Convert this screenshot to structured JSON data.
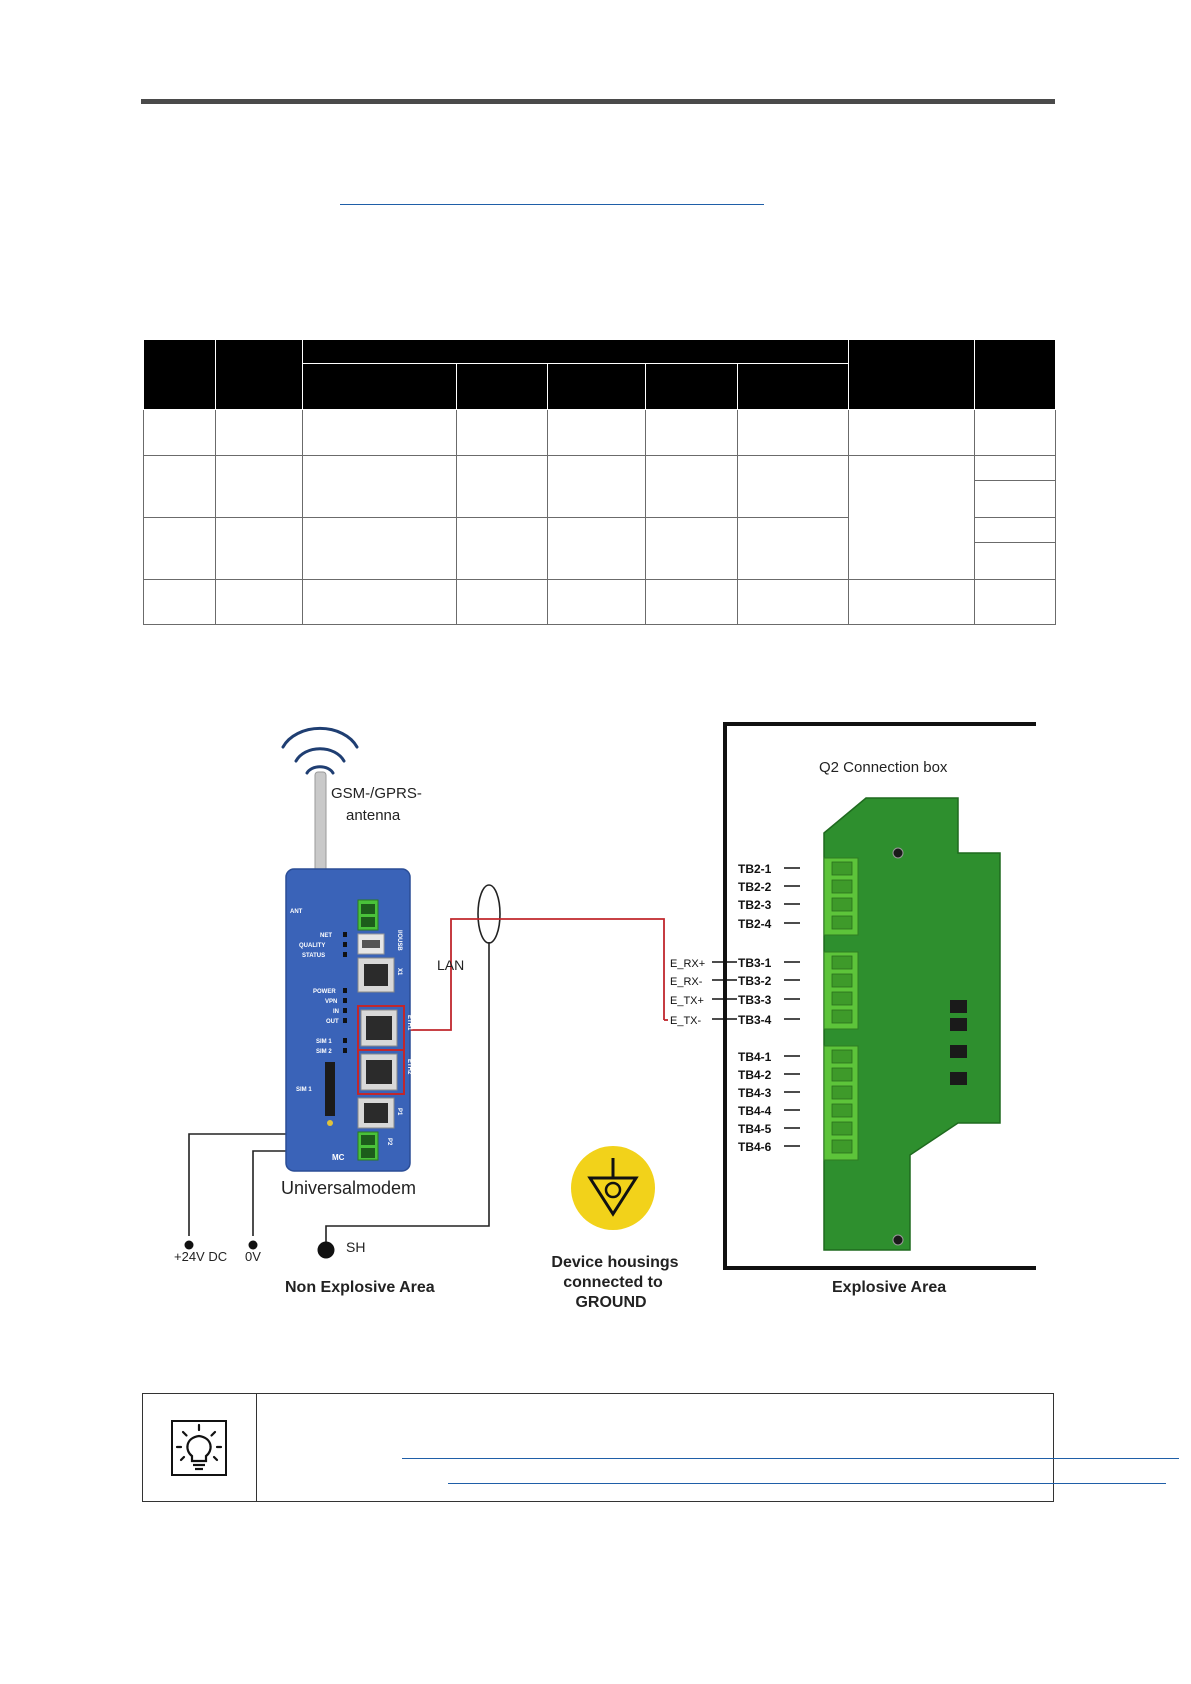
{
  "diagram": {
    "antenna_label_1": "GSM-/GPRS-",
    "antenna_label_2": "antenna",
    "lan_label": "LAN",
    "modem_name": "Universalmodem",
    "power_plus": "+24V DC",
    "power_zero": "0V",
    "shield_label": "SH",
    "non_explosive": "Non  Explosive Area",
    "ground_note_1": "Device housings",
    "ground_note_2": "connected to",
    "ground_note_3": "GROUND",
    "explosive": "Explosive Area",
    "box_title": "Q2  Connection box",
    "signals": [
      "E_RX+",
      "E_RX-",
      "E_TX+",
      "E_TX-"
    ],
    "tb2": [
      "TB2-1",
      "TB2-2",
      "TB2-3",
      "TB2-4"
    ],
    "tb3": [
      "TB3-1",
      "TB3-2",
      "TB3-3",
      "TB3-4"
    ],
    "tb4": [
      "TB4-1",
      "TB4-2",
      "TB4-3",
      "TB4-4",
      "TB4-5",
      "TB4-6"
    ],
    "modem_labels": {
      "ant": "ANT",
      "net": "NET",
      "quality": "QUALITY",
      "status": "STATUS",
      "power": "POWER",
      "vpn": "VPN",
      "in": "IN",
      "out": "OUT",
      "sim1": "SIM 1",
      "sim2": "SIM 2",
      "sim1_slot": "SIM 1",
      "usb": "USB",
      "x1": "X1",
      "eth1": "ETH1",
      "eth2": "ETH2",
      "p1": "P1",
      "p2": "P2",
      "io": "I/O",
      "brand": "MC"
    }
  },
  "colors": {
    "modem_blue": "#3a63b8",
    "box_green": "#2e8f2e",
    "terminal_green": "#5dc43a",
    "wire_red": "#c0272d",
    "ground_yellow": "#f2d21a",
    "link_blue": "#1f5fa8"
  },
  "icons": {
    "tip": "lightbulb-icon",
    "ground": "ground-symbol-icon",
    "antenna": "wireless-signal-icon"
  }
}
